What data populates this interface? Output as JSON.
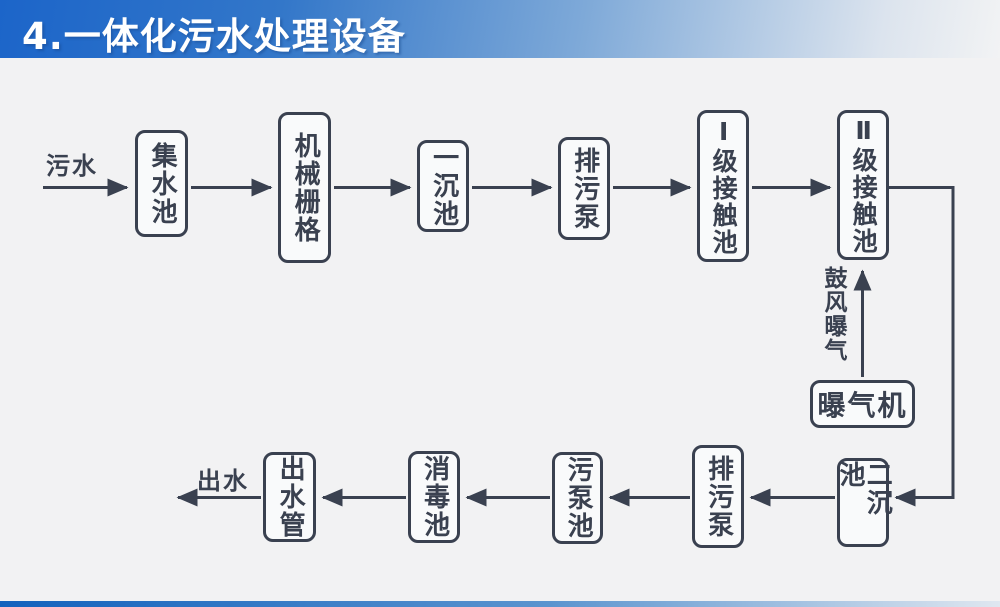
{
  "page": {
    "title": "4.一体化污水处理设备"
  },
  "diagram": {
    "inflow_label": "污水",
    "outflow_label": "出水",
    "aeration_label": "鼓风曝气",
    "nodes": [
      {
        "label": "集水池"
      },
      {
        "label": "机械栅格"
      },
      {
        "label": "一沉池"
      },
      {
        "label": "排污泵"
      },
      {
        "label": "Ⅰ级接触池"
      },
      {
        "label": "Ⅱ级接触池"
      },
      {
        "label": "曝气机"
      },
      {
        "label": "二沉池"
      },
      {
        "label": "排污泵"
      },
      {
        "label": "污泵池"
      },
      {
        "label": "消毒池"
      },
      {
        "label": "出水管"
      }
    ]
  },
  "colors": {
    "banner_blue": "#1c65c9",
    "diagram_navy": "#3a4150",
    "background": "#f2f2f3",
    "bottom_bar_blue": "#1261bd"
  }
}
